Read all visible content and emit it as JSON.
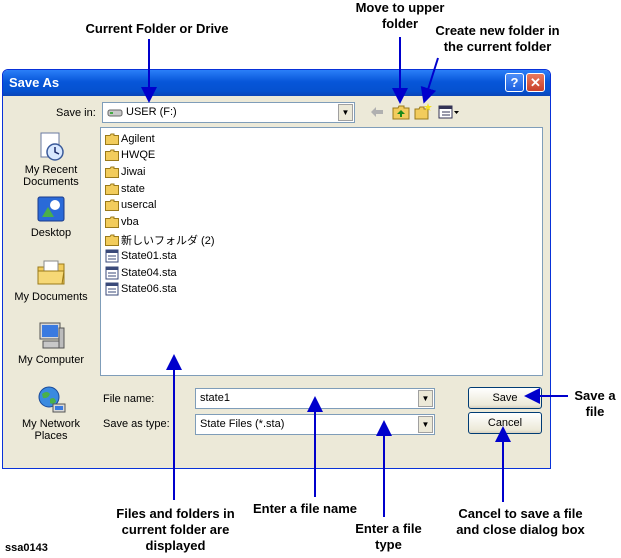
{
  "callouts": {
    "current_folder": "Current Folder or Drive",
    "move_upper": "Move to upper folder",
    "create_new": "Create new folder in the current folder",
    "save_file": "Save a file",
    "files_folders": "Files and folders in current folder are displayed",
    "enter_name": "Enter a file name",
    "enter_type": "Enter a file type",
    "cancel_desc": "Cancel to save a file and close dialog box"
  },
  "figure_id": "ssa0143",
  "dialog": {
    "title": "Save As",
    "help_glyph": "?",
    "close_glyph": "✕",
    "save_in_label": "Save in:",
    "save_in_value": "USER (F:)",
    "file_name_label": "File name:",
    "file_name_value": "state1",
    "save_as_type_label": "Save as type:",
    "save_as_type_value": "State Files (*.sta)",
    "save_button": "Save",
    "cancel_button": "Cancel"
  },
  "places": [
    {
      "label_line1": "My Recent",
      "label_line2": "Documents",
      "icon": "recent-documents-icon"
    },
    {
      "label_line1": "Desktop",
      "label_line2": "",
      "icon": "desktop-icon"
    },
    {
      "label_line1": "My Documents",
      "label_line2": "",
      "icon": "my-documents-icon"
    },
    {
      "label_line1": "My Computer",
      "label_line2": "",
      "icon": "my-computer-icon"
    },
    {
      "label_line1": "My Network",
      "label_line2": "Places",
      "icon": "network-places-icon"
    }
  ],
  "files": [
    {
      "name": "Agilent",
      "type": "folder"
    },
    {
      "name": "HWQE",
      "type": "folder"
    },
    {
      "name": "Jiwai",
      "type": "folder"
    },
    {
      "name": "state",
      "type": "folder"
    },
    {
      "name": "usercal",
      "type": "folder"
    },
    {
      "name": "vba",
      "type": "folder"
    },
    {
      "name": "新しいフォルダ (2)",
      "type": "folder"
    },
    {
      "name": "State01.sta",
      "type": "file"
    },
    {
      "name": "State04.sta",
      "type": "file"
    },
    {
      "name": "State06.sta",
      "type": "file"
    }
  ],
  "colors": {
    "arrow": "#0000cc",
    "titlebar": "#0756d9",
    "dialog_bg": "#ece9d8",
    "folder": "#f2cc5c"
  }
}
